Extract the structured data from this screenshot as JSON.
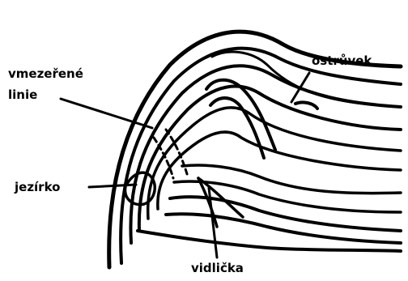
{
  "labels": {
    "interrupted_lines_1": "vmezeřené",
    "interrupted_lines_2": "linie",
    "lake": "jezírko",
    "island": "ostrůvek",
    "fork": "vidlička"
  },
  "colors": {
    "ink": "#000000",
    "background": "#ffffff"
  }
}
